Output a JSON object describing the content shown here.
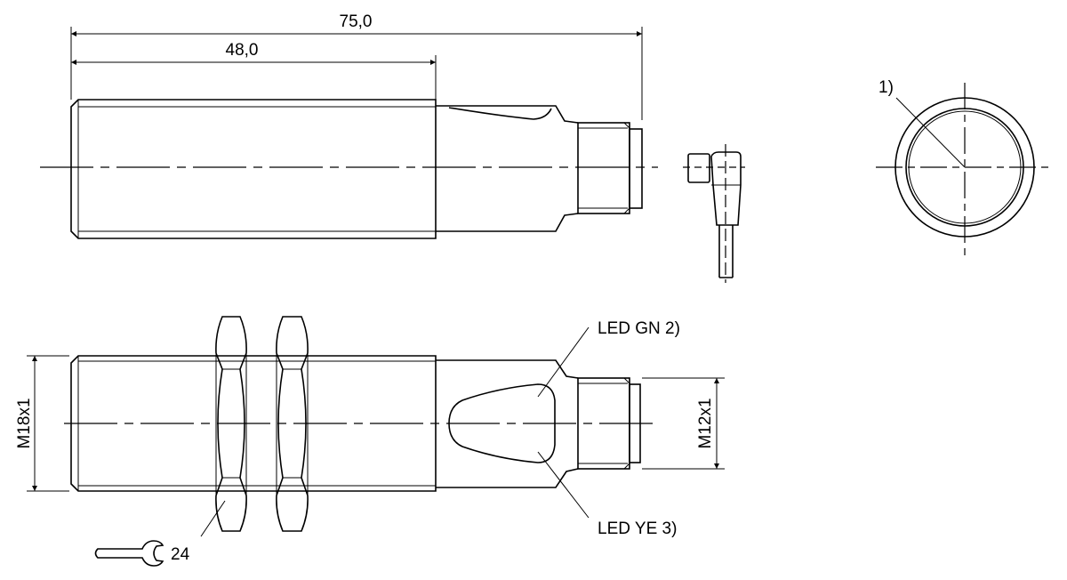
{
  "dimensions": {
    "overall_length": "75,0",
    "thread_length": "48,0",
    "thread_main": "M18x1",
    "thread_connector": "M12x1",
    "wrench_size": "24"
  },
  "labels": {
    "note_1": "1)",
    "led_green": "LED GN 2)",
    "led_yellow": "LED YE 3)"
  },
  "colors": {
    "line": "#000000",
    "background": "#ffffff"
  }
}
